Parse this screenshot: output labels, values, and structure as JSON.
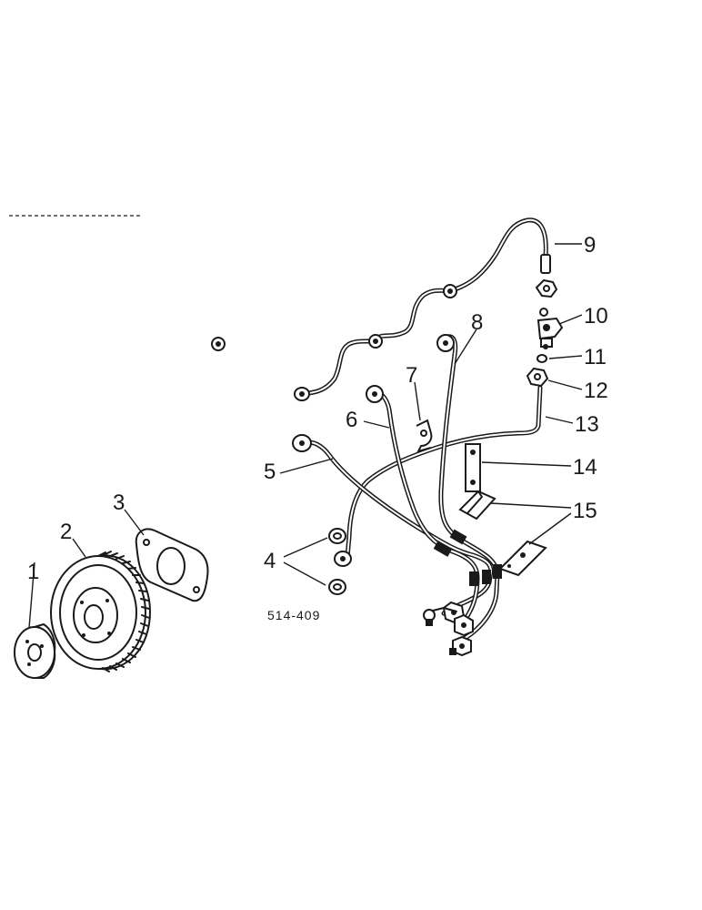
{
  "diagram_code": "514-409",
  "callouts": [
    {
      "number": "1"
    },
    {
      "number": "2"
    },
    {
      "number": "3"
    },
    {
      "number": "4"
    },
    {
      "number": "5"
    },
    {
      "number": "6"
    },
    {
      "number": "7"
    },
    {
      "number": "8"
    },
    {
      "number": "9"
    },
    {
      "number": "10"
    },
    {
      "number": "11"
    },
    {
      "number": "12"
    },
    {
      "number": "13"
    },
    {
      "number": "14"
    },
    {
      "number": "15"
    }
  ],
  "colors": {
    "ink": "#1a1a1a",
    "paper": "#ffffff"
  }
}
